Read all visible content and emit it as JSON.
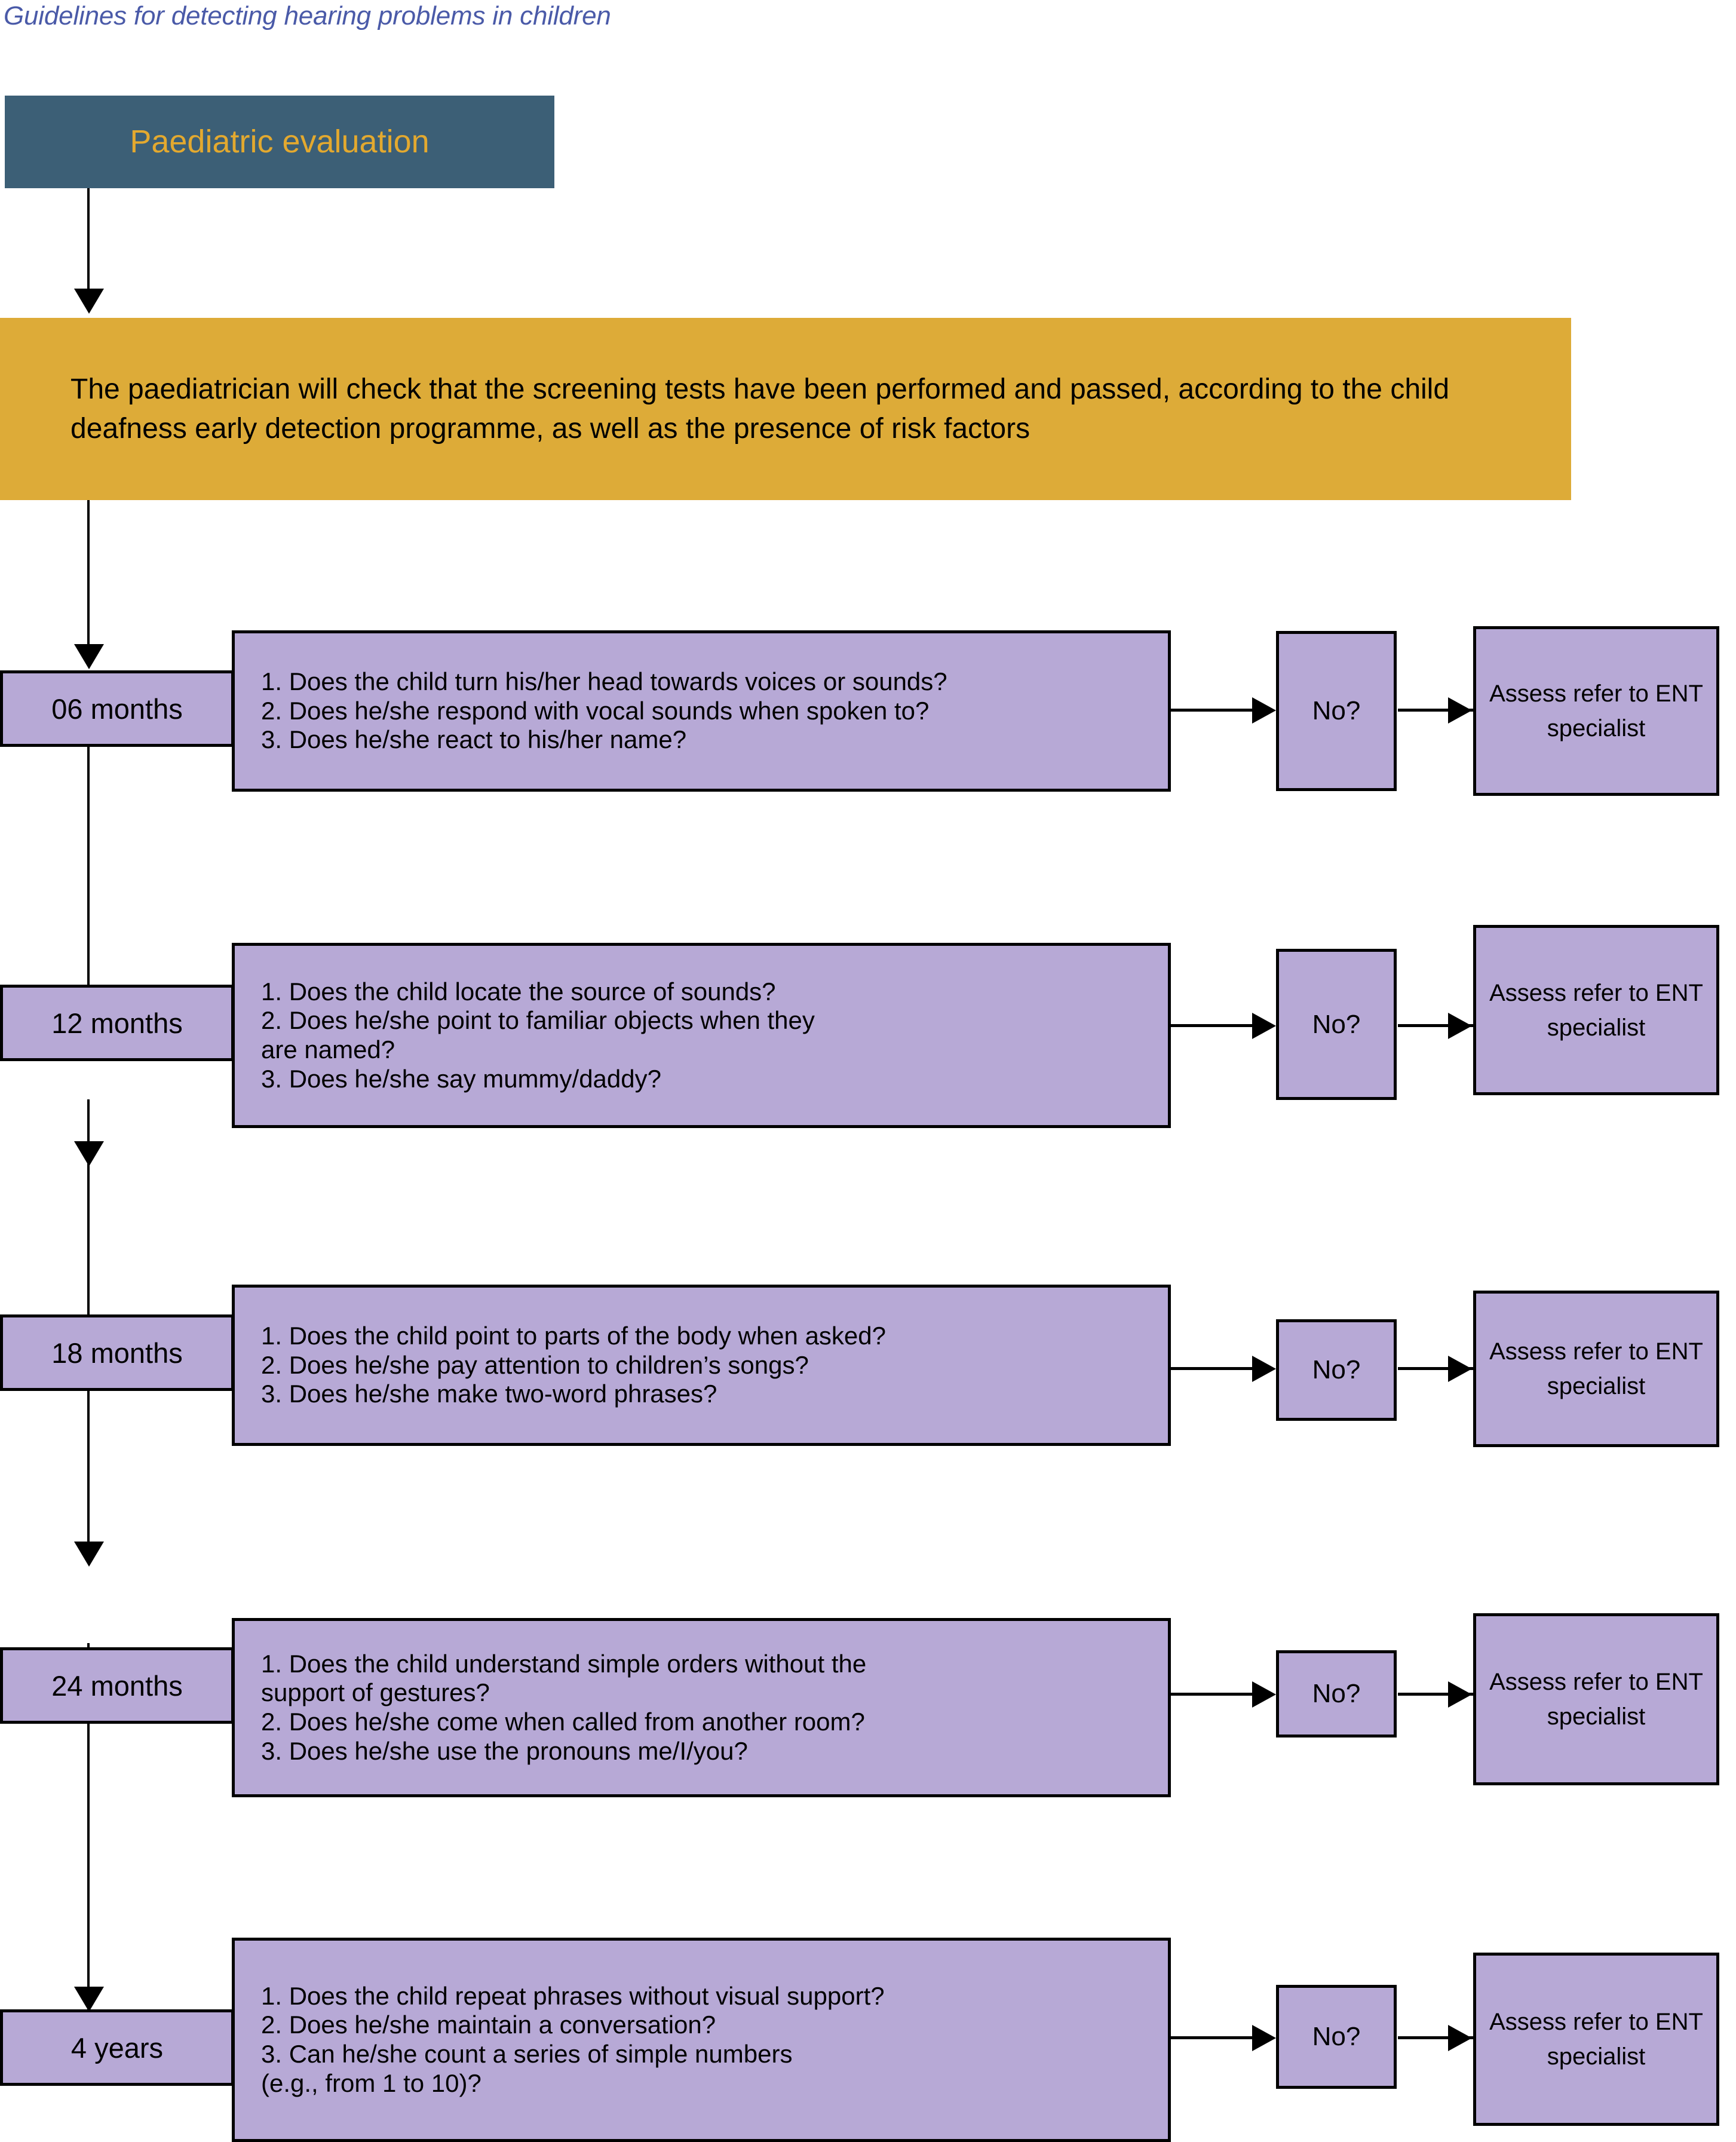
{
  "title": "Guidelines for detecting hearing problems in children",
  "start_node": {
    "label": "Paediatric evaluation"
  },
  "instruction_node": {
    "label": "The paediatrician will check that the screening tests have been performed and passed, according to the child deafness early detection programme, as well as the presence of risk factors"
  },
  "decision_label": "No?",
  "outcome_label": "Assess refer to ENT specialist",
  "rows": [
    {
      "age": "06 months",
      "questions": [
        "1. Does the child turn his/her head towards voices or sounds?",
        "2. Does he/she respond with vocal sounds when spoken to?",
        "3. Does he/she react to his/her name?"
      ],
      "decision": "No?",
      "outcome": "Assess refer to ENT specialist"
    },
    {
      "age": "12 months",
      "questions": [
        "1. Does the child locate the source of sounds?",
        "2. Does he/she point to familiar objects when they\nare named?",
        "3. Does he/she say mummy/daddy?"
      ],
      "decision": "No?",
      "outcome": "Assess refer to ENT specialist"
    },
    {
      "age": "18 months",
      "questions": [
        "1. Does the child point to parts of the body when asked?",
        "2. Does he/she pay attention to children’s songs?",
        "3. Does he/she make two-word phrases?"
      ],
      "decision": "No?",
      "outcome": "Assess refer to ENT specialist"
    },
    {
      "age": "24 months",
      "questions": [
        "1. Does the child understand simple orders without the\nsupport of gestures?",
        "2. Does he/she come when called from another room?",
        "3. Does he/she use the pronouns me/I/you?"
      ],
      "decision": "No?",
      "outcome": "Assess refer to ENT specialist"
    },
    {
      "age": "4 years",
      "questions": [
        "1. Does the child repeat phrases without visual support?",
        "2. Does he/she maintain a conversation?",
        "3. Can he/she count a series of simple numbers\n(e.g., from 1 to 10)?"
      ],
      "decision": "No?",
      "outcome": "Assess refer to ENT specialist"
    }
  ],
  "colors": {
    "title_text": "#4a5aa8",
    "start_fill": "#3c5f76",
    "start_text": "#e3a92f",
    "instruction_fill": "#ddab38",
    "node_fill": "#b7a9d6",
    "border": "#000000"
  }
}
